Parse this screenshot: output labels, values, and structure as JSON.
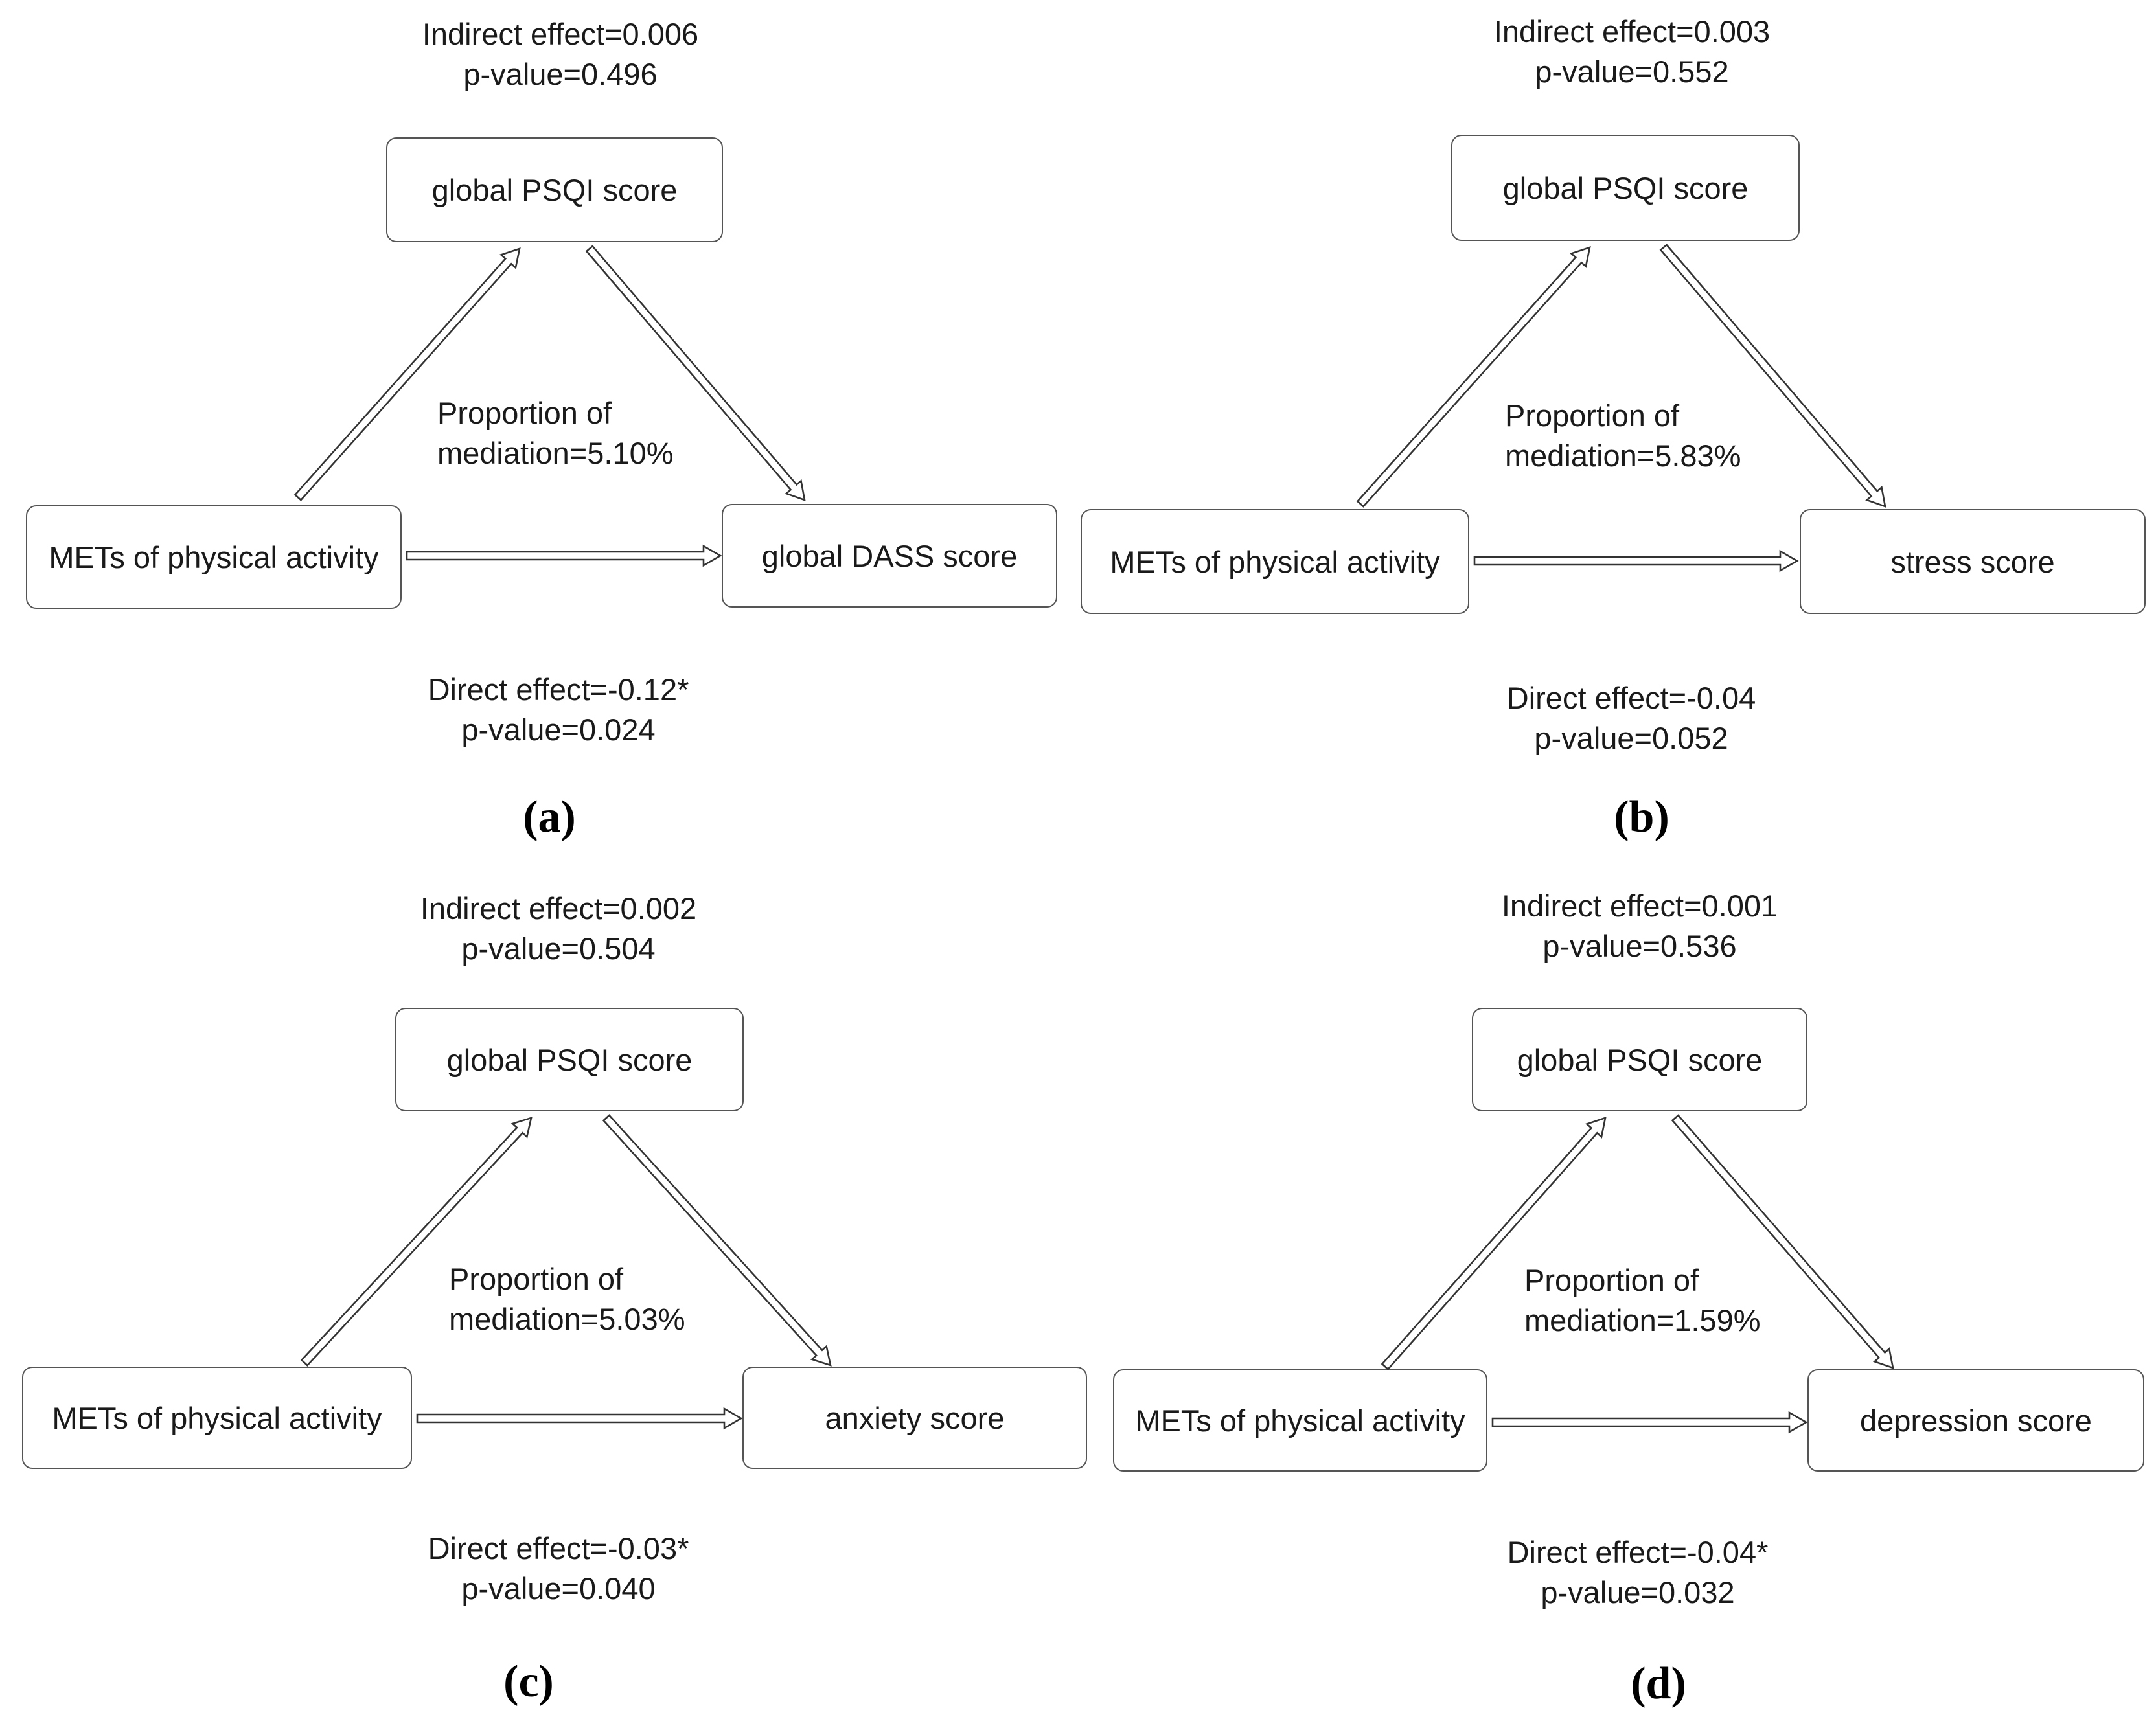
{
  "panels": [
    {
      "label": "(a)",
      "mediator": "global PSQI score",
      "predictor": "METs of physical activity",
      "outcome": "global DASS score",
      "indirect": "Indirect effect=0.006",
      "indirect_p": "p-value=0.496",
      "proportion_1": "Proportion of",
      "proportion_2": "mediation=5.10%",
      "direct": "Direct effect=-0.12*",
      "direct_p": "p-value=0.024"
    },
    {
      "label": "(b)",
      "mediator": "global PSQI score",
      "predictor": "METs of physical activity",
      "outcome": "stress score",
      "indirect": "Indirect effect=0.003",
      "indirect_p": "p-value=0.552",
      "proportion_1": "Proportion of",
      "proportion_2": "mediation=5.83%",
      "direct": "Direct effect=-0.04",
      "direct_p": "p-value=0.052"
    },
    {
      "label": "(c)",
      "mediator": "global PSQI score",
      "predictor": "METs of physical activity",
      "outcome": "anxiety score",
      "indirect": "Indirect effect=0.002",
      "indirect_p": "p-value=0.504",
      "proportion_1": "Proportion of",
      "proportion_2": "mediation=5.03%",
      "direct": "Direct effect=-0.03*",
      "direct_p": "p-value=0.040"
    },
    {
      "label": "(d)",
      "mediator": "global PSQI score",
      "predictor": "METs of physical activity",
      "outcome": "depression score",
      "indirect": "Indirect effect=0.001",
      "indirect_p": "p-value=0.536",
      "proportion_1": "Proportion of",
      "proportion_2": "mediation=1.59%",
      "direct": "Direct effect=-0.04*",
      "direct_p": "p-value=0.032"
    }
  ],
  "colors": {
    "box_border": "#555555",
    "arrow": "#333333",
    "text": "#1a1a1a"
  }
}
